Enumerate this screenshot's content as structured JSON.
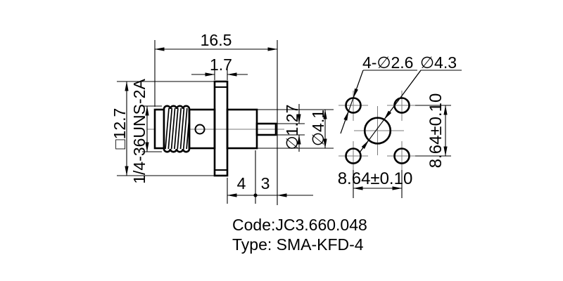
{
  "side_view": {
    "total_length": "16.5",
    "flange_thickness": "1.7",
    "flange_square": "□12.7",
    "thread_spec": "1/4-36UNS-2A",
    "pin_diameter": "∅1.27",
    "insulator_diameter": "∅4.1",
    "body_length": "4",
    "pin_length": "3"
  },
  "face_view": {
    "mounting_holes": "4-∅2.6",
    "center_hole": "∅4.3",
    "hole_spacing_horizontal": "8.64±0.10",
    "hole_spacing_vertical": "8.64±0.10"
  },
  "title_block": {
    "code": "Code:JC3.660.048",
    "type": "Type: SMA-KFD-4"
  },
  "colors": {
    "line": "#000000",
    "centerline": "#7a7a7a",
    "background": "#ffffff"
  }
}
